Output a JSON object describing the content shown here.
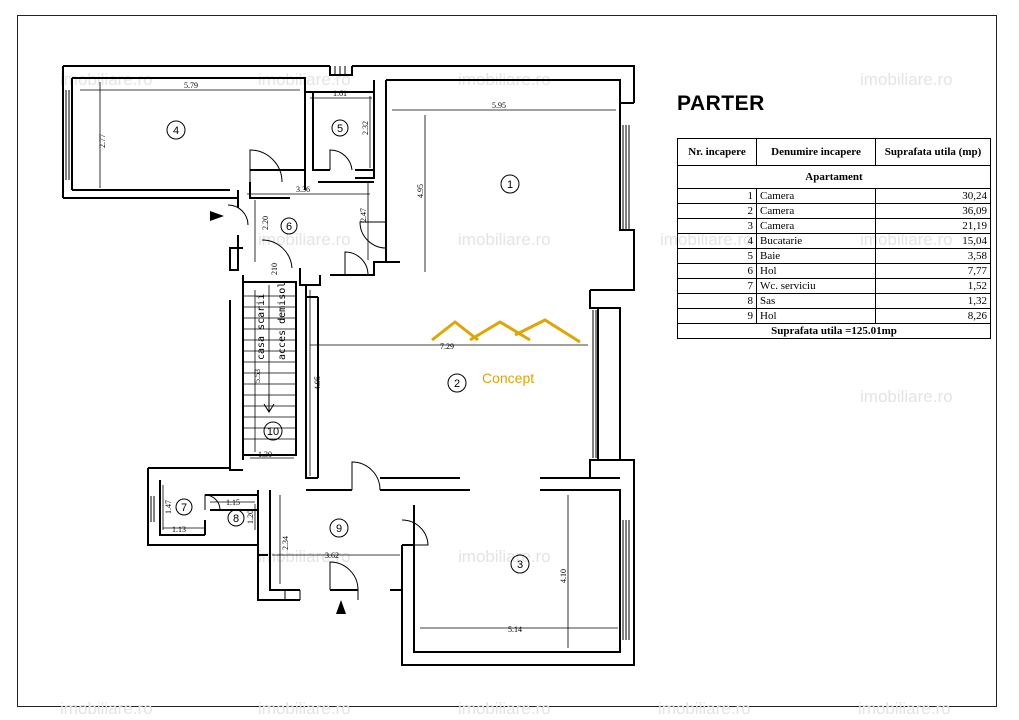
{
  "plan_title": "PARTER",
  "table": {
    "headers": [
      "Nr. incapere",
      "Denumire incapere",
      "Suprafata utila (mp)"
    ],
    "section": "Apartament",
    "rows": [
      {
        "nr": "1",
        "name": "Camera",
        "area": "30,24"
      },
      {
        "nr": "2",
        "name": "Camera",
        "area": "36,09"
      },
      {
        "nr": "3",
        "name": "Camera",
        "area": "21,19"
      },
      {
        "nr": "4",
        "name": "Bucatarie",
        "area": "15,04"
      },
      {
        "nr": "5",
        "name": "Baie",
        "area": "3,58"
      },
      {
        "nr": "6",
        "name": "Hol",
        "area": "7,77"
      },
      {
        "nr": "7",
        "name": "Wc. serviciu",
        "area": "1,52"
      },
      {
        "nr": "8",
        "name": "Sas",
        "area": "1,32"
      },
      {
        "nr": "9",
        "name": "Hol",
        "area": "8,26"
      }
    ],
    "total": "Suprafata utila =125.01mp"
  },
  "room_numbers": [
    "1",
    "2",
    "3",
    "4",
    "5",
    "6",
    "7",
    "8",
    "9",
    "10"
  ],
  "dimensions": {
    "d_579": "5.79",
    "d_161": "1.61",
    "d_595": "5.95",
    "d_277": "2.77",
    "d_232": "2.32",
    "d_495a": "4.95",
    "d_336": "3.36",
    "d_220": "2.20",
    "d_247": "2.47",
    "d_210": "210",
    "d_729": "7.29",
    "d_553": "5.53",
    "d_495b": "4.95",
    "d_130": "1.30",
    "d_147": "1.47",
    "d_113": "1.13",
    "d_115": "1.15",
    "d_120": "1.20",
    "d_234": "2.34",
    "d_362": "3.62",
    "d_410": "4.10",
    "d_514": "5.14"
  },
  "stair_label_1": "casa scarii",
  "stair_label_2": "acces demisol",
  "logo_text": "Concept",
  "watermark_text": "imobiliare.ro",
  "colors": {
    "logo": "#e0a500",
    "wall": "#000000",
    "watermark": "#e6e6e6"
  }
}
